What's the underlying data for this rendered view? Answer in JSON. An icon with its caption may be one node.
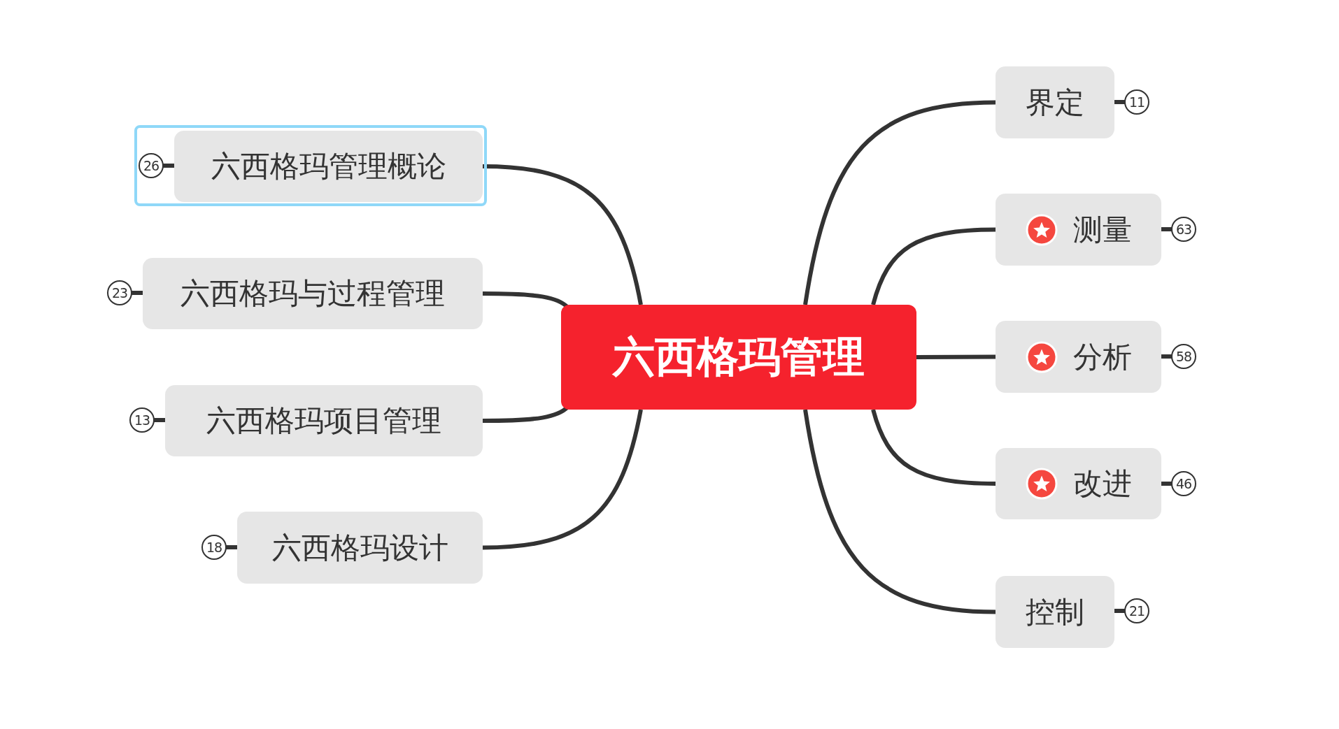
{
  "diagram": {
    "nodes": [
      {
        "text": [
          "六西格玛管理"
        ]
      },
      {
        "text": [
          "六西格玛管理概论"
        ],
        "beside": [
          "26"
        ]
      },
      {
        "text": [
          "六西格玛与过程管理"
        ],
        "beside": [
          "23"
        ]
      },
      {
        "text": [
          "六西格玛项目管理"
        ],
        "beside": [
          "13"
        ]
      },
      {
        "text": [
          "六西格玛设计"
        ],
        "beside": [
          "18"
        ]
      },
      {
        "text": [
          "界定"
        ],
        "beside": [
          "11"
        ]
      },
      {
        "text": [
          "测量"
        ],
        "beside": [
          "63"
        ]
      },
      {
        "text": [
          "分析"
        ],
        "beside": [
          "58"
        ]
      },
      {
        "text": [
          "改进"
        ],
        "beside": [
          "46"
        ]
      },
      {
        "text": [
          "控制"
        ],
        "beside": [
          "21"
        ]
      }
    ],
    "edges": [
      {
        "from": 0,
        "to": 1,
        "arrow": "none"
      },
      {
        "from": 0,
        "to": 2,
        "arrow": "none"
      },
      {
        "from": 0,
        "to": 3,
        "arrow": "none"
      },
      {
        "from": 0,
        "to": 4,
        "arrow": "none"
      },
      {
        "from": 0,
        "to": 5,
        "arrow": "none"
      },
      {
        "from": 0,
        "to": 6,
        "arrow": "none"
      },
      {
        "from": 0,
        "to": 7,
        "arrow": "none"
      },
      {
        "from": 0,
        "to": 8,
        "arrow": "none"
      },
      {
        "from": 0,
        "to": 9,
        "arrow": "none"
      }
    ]
  }
}
